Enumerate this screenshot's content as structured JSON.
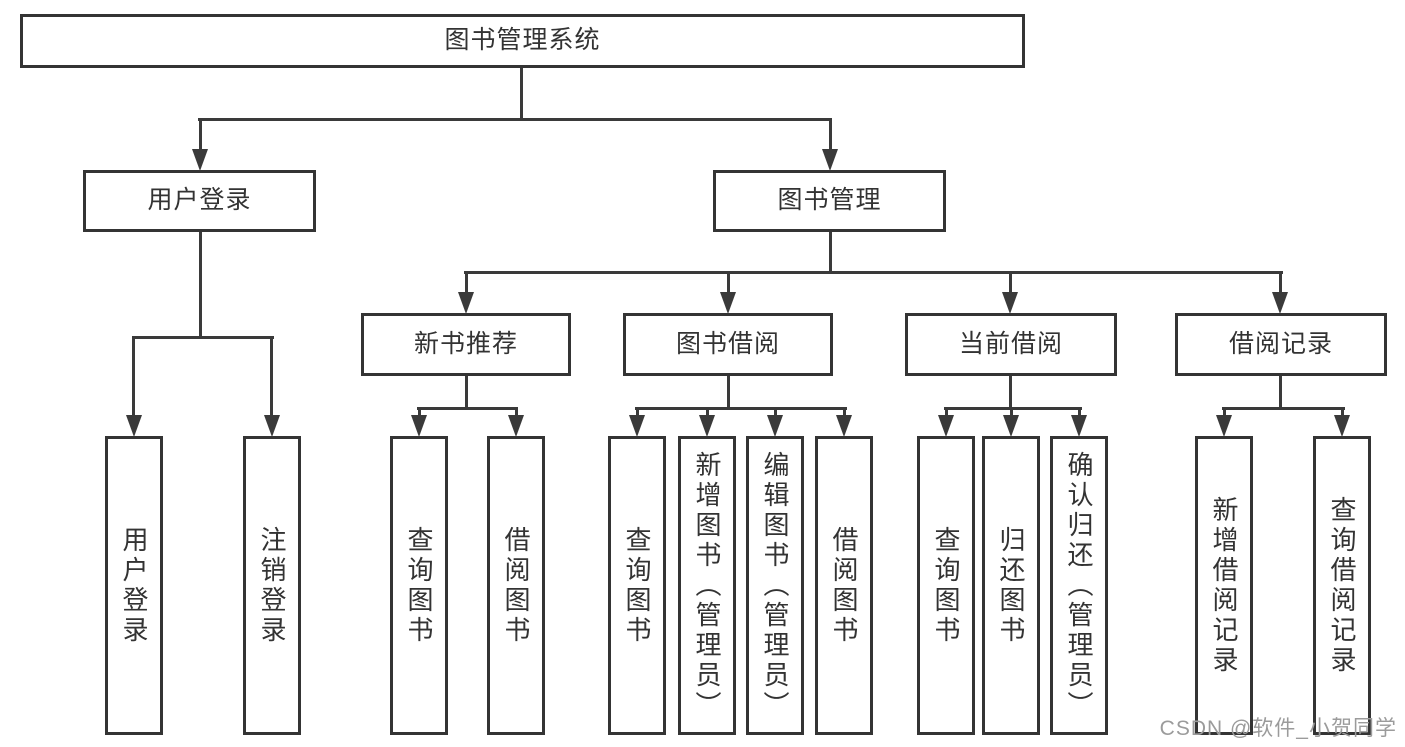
{
  "tree": {
    "label": "图书管理系统",
    "children": [
      {
        "label": "用户登录",
        "children": [
          {
            "label": "用户登录"
          },
          {
            "label": "注销登录"
          }
        ]
      },
      {
        "label": "图书管理",
        "children": [
          {
            "label": "新书推荐",
            "children": [
              {
                "label": "查询图书"
              },
              {
                "label": "借阅图书"
              }
            ]
          },
          {
            "label": "图书借阅",
            "children": [
              {
                "label": "查询图书"
              },
              {
                "label": "新增图书（管理员）"
              },
              {
                "label": "编辑图书（管理员）"
              },
              {
                "label": "借阅图书"
              }
            ]
          },
          {
            "label": "当前借阅",
            "children": [
              {
                "label": "查询图书"
              },
              {
                "label": "归还图书"
              },
              {
                "label": "确认归还（管理员）"
              }
            ]
          },
          {
            "label": "借阅记录",
            "children": [
              {
                "label": "新增借阅记录"
              },
              {
                "label": "查询借阅记录"
              }
            ]
          }
        ]
      }
    ]
  },
  "watermark": "CSDN @软件_小贺同学",
  "colors": {
    "line": "#3a3a3a",
    "border": "#343434",
    "text": "#333333",
    "watermark": "#9b9b9b",
    "background": "#ffffff"
  }
}
